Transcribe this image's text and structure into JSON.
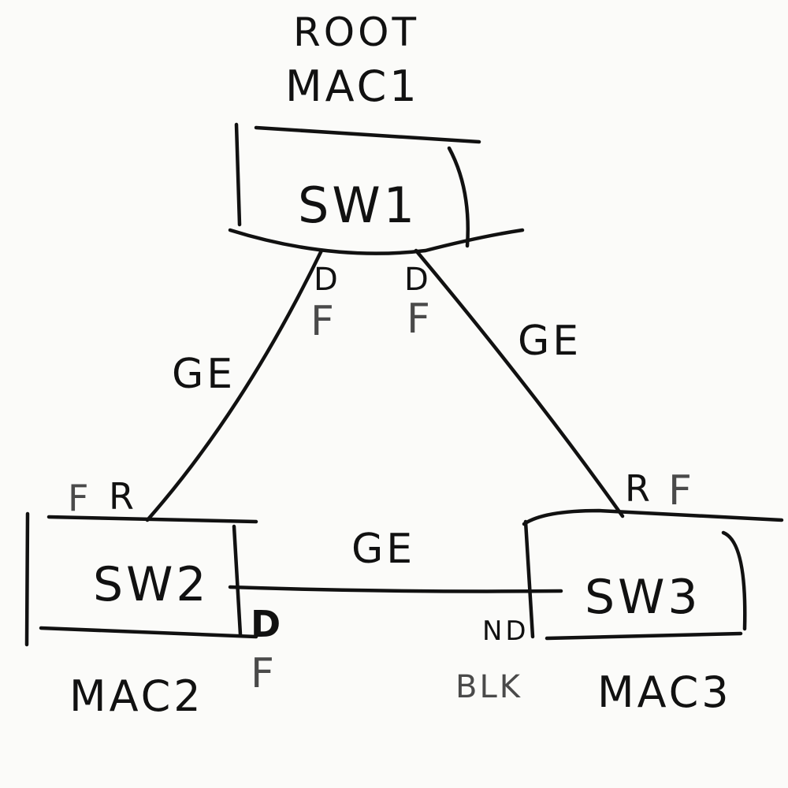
{
  "switches": {
    "sw1": {
      "name": "SW1",
      "line1": "ROOT",
      "line2": "MAC1"
    },
    "sw2": {
      "name": "SW2",
      "mac": "MAC2"
    },
    "sw3": {
      "name": "SW3",
      "mac": "MAC3"
    }
  },
  "links": {
    "sw1_sw2": {
      "label": "GE"
    },
    "sw1_sw3": {
      "label": "GE"
    },
    "sw2_sw3": {
      "label": "GE"
    }
  },
  "ports": {
    "sw1_to_sw2": {
      "role": "D",
      "state": "F"
    },
    "sw1_to_sw3": {
      "role": "D",
      "state": "F"
    },
    "sw2_to_sw1": {
      "state": "F",
      "role": "R"
    },
    "sw3_to_sw1": {
      "role": "R",
      "state": "F"
    },
    "sw2_to_sw3": {
      "role": "D",
      "state": "F"
    },
    "sw3_to_sw2": {
      "role": "ND",
      "state": "BLK"
    }
  }
}
